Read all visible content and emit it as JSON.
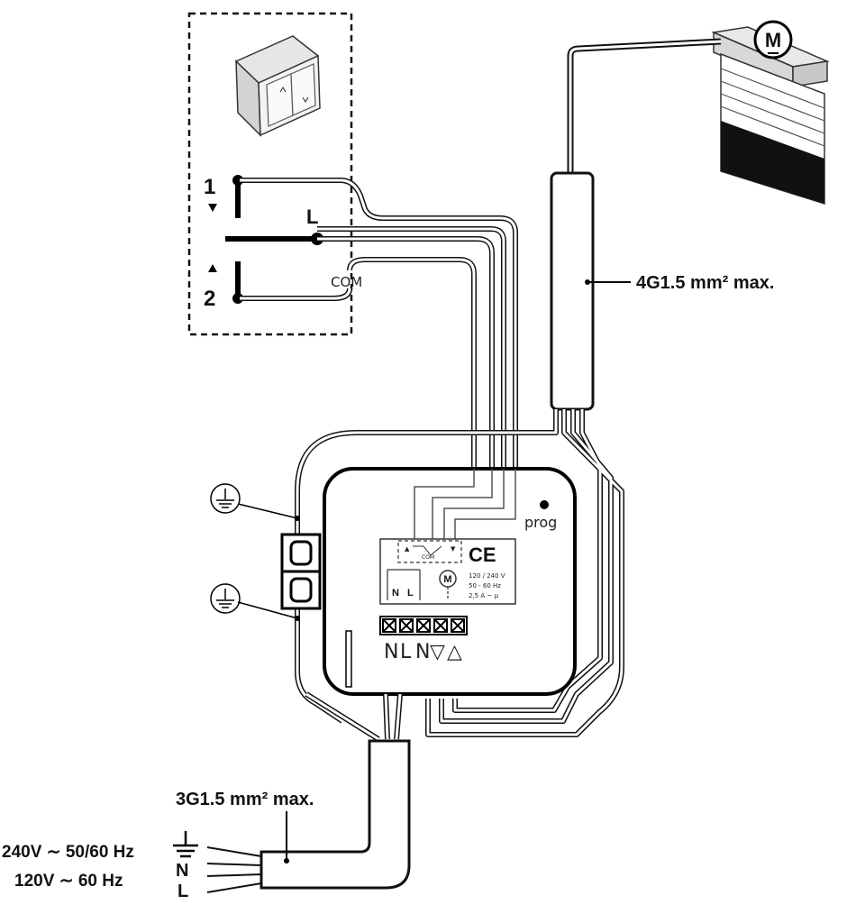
{
  "switch": {
    "terminal_1": "1",
    "terminal_2": "2",
    "terminal_l": "L",
    "terminal_com": "COM"
  },
  "motor_cable": {
    "label": "4G1.5 mm² max."
  },
  "motor": {
    "symbol": "M"
  },
  "receiver": {
    "prog_label": "prog",
    "ce_mark": "CE",
    "rating_lines": [
      "120 / 240 V",
      "50 - 60 Hz",
      "2,5 A ~ μ"
    ],
    "com_label": "COM",
    "input_marks": [
      "▲",
      "▼"
    ],
    "terminal_label_n": "N",
    "terminal_label_l": "L",
    "motor_symbol": "M",
    "bottom_terminals": [
      "N",
      "L",
      "N",
      "▽",
      "△"
    ]
  },
  "mains": {
    "cable_label": "3G1.5 mm² max.",
    "voltage_240": "240V ∼ 50/60 Hz",
    "voltage_120": "120V ∼ 60 Hz",
    "conductor_n": "N",
    "conductor_l": "L"
  }
}
